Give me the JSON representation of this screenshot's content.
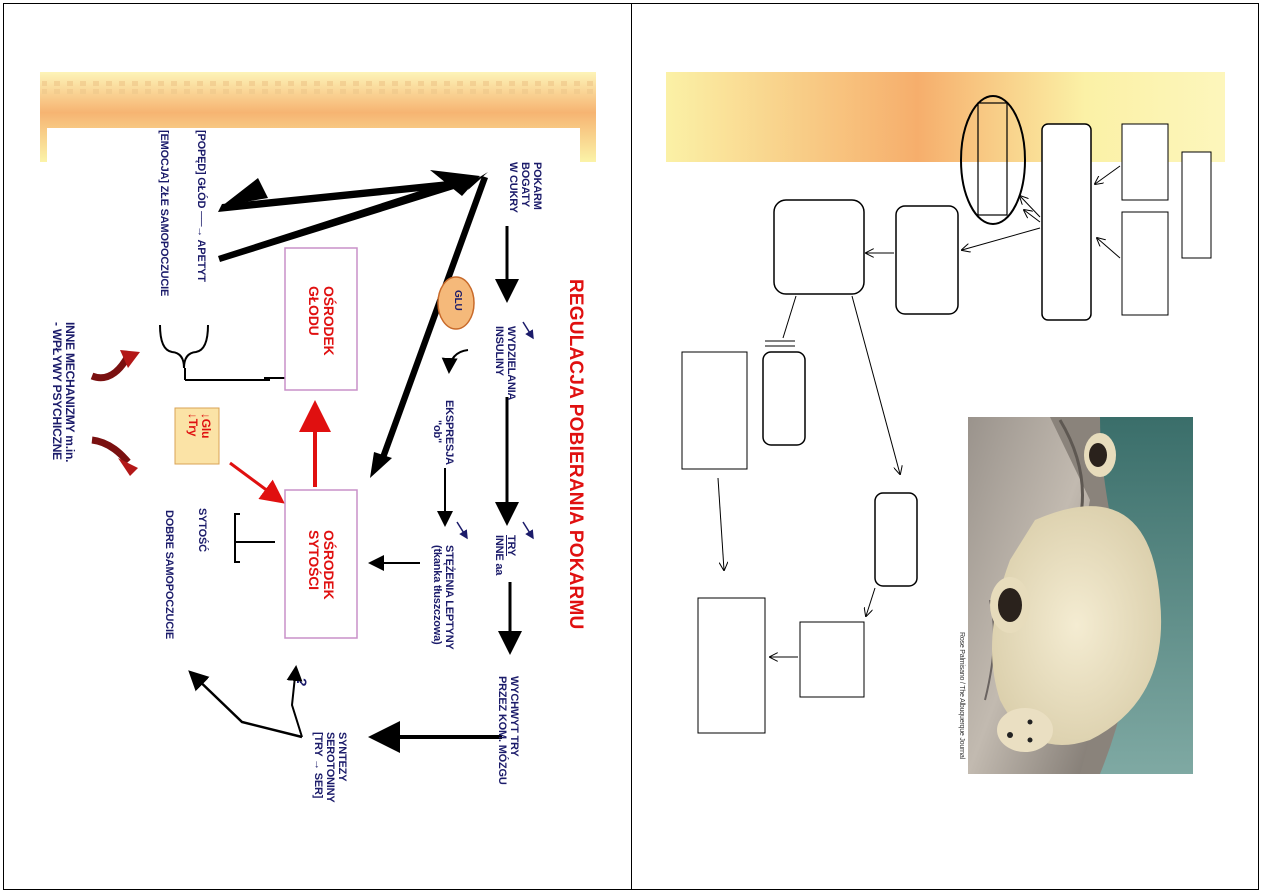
{
  "left_slide": {
    "title": "REGULACJA POBIERANIA POKARMU",
    "pokarm": [
      "POKARM",
      "BOGATY",
      "W CUKRY"
    ],
    "wydzielania": [
      "WYDZIELANIA",
      "INSULINY"
    ],
    "try_label": "TRY",
    "inne_aa": "INNE aa",
    "wychwyt": [
      "WYCHWYT TRY",
      "PRZEZ KOM. MÓZGU"
    ],
    "ekspresja": [
      "EKSPRESJA",
      "\"ob\""
    ],
    "stezenia": [
      "STĘŻENIA LEPTYNY",
      "(tkanka tłuszczowa)"
    ],
    "synteza": [
      "SYNTEZY",
      "SEROTONINY",
      "[TRY → SER]"
    ],
    "glu_badge": "GLU",
    "osrodek_glodu": [
      "OŚRODEK",
      "GŁODU"
    ],
    "osrodek_sytosci": [
      "OŚRODEK",
      "SYTOŚCI"
    ],
    "glu_try_badge": [
      "↓Glu",
      "↓Try"
    ],
    "poped_line": "[POPĘD]   GŁÓD ──→ APETYT",
    "emocja_line": "[EMOCJA] ZŁE SAMOPOCZUCIE",
    "sytosc": "SYTOŚĆ",
    "dobre": "DOBRE SAMOPOCZUCIE",
    "question": "?",
    "inne_mechanizmy": [
      "INNE MECHANIZMY m.in.",
      "- WPŁYWY PSYCHICZNE"
    ]
  },
  "right_slide": {
    "photo_credit": "Rose Palmisano / The Albuquerque Journal",
    "photo_subject": "polar bear resting on rocks"
  },
  "colors": {
    "banner_yellow": "#fbf1a6",
    "banner_orange": "#f7b06a",
    "text_navy": "#1b1b6a",
    "accent_red": "#e01010"
  }
}
